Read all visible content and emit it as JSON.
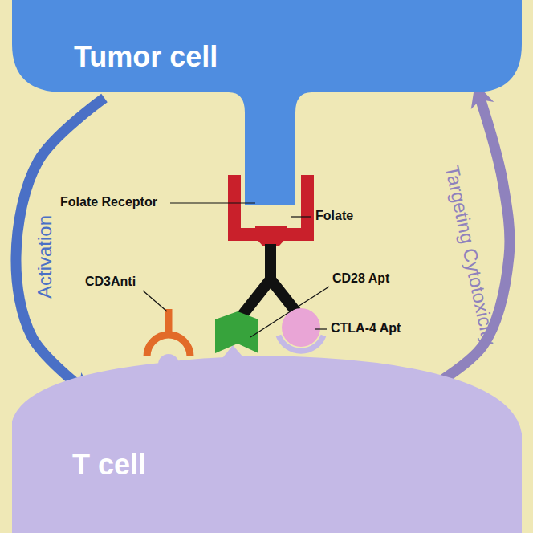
{
  "diagram": {
    "nodes": [
      {
        "text": [
          "Tumor cell"
        ]
      },
      {
        "text": [
          "T cell"
        ]
      }
    ],
    "edges": [
      {
        "from": 0,
        "to": 1,
        "label": "Activation",
        "arrow": "to"
      },
      {
        "from": 1,
        "to": 0,
        "label": "Targeting Cytotoxicity",
        "arrow": "to"
      }
    ],
    "labels": [
      "Folate Receptor",
      "Folate",
      "CD3Anti",
      "CD28 Apt",
      "CTLA-4 Apt"
    ]
  }
}
